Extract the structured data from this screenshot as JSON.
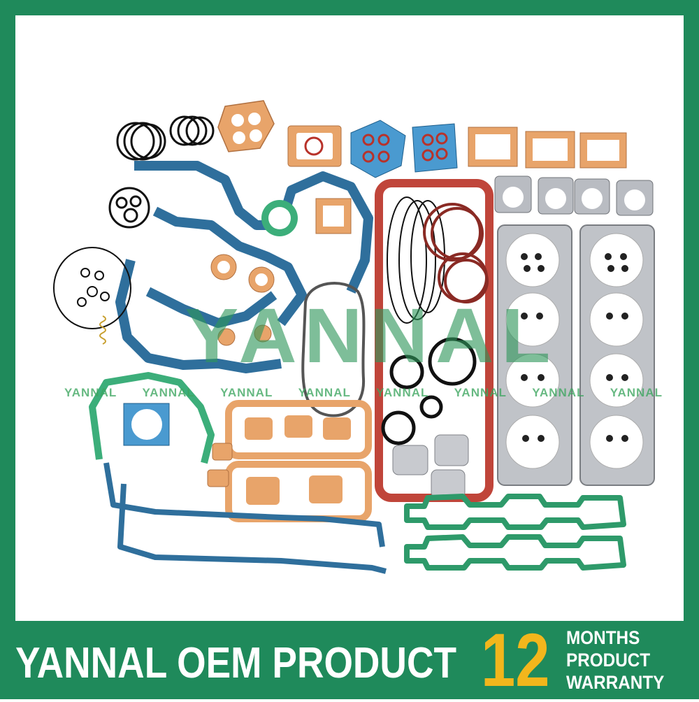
{
  "watermark": {
    "main": "YANNAL",
    "repeat": [
      "YANNAL",
      "YANNAL",
      "YANNAL",
      "YANNAL",
      "YANNAL",
      "YANNAL",
      "YANNAL",
      "YANNAL"
    ]
  },
  "footer": {
    "brand": "YANNAL OEM PRODUCT",
    "number": "12",
    "line1": "MONTHS",
    "line2": "PRODUCT",
    "line3": "WARRANTY"
  },
  "colors": {
    "frame": "#1f8a5b",
    "blue_gasket": "#2f6f9c",
    "copper_gasket": "#e8a46a",
    "red_gasket": "#b8322a",
    "green_gasket": "#2e9a6a",
    "steel_gasket": "#b9bcc2",
    "accent_number": "#f2b61c"
  }
}
